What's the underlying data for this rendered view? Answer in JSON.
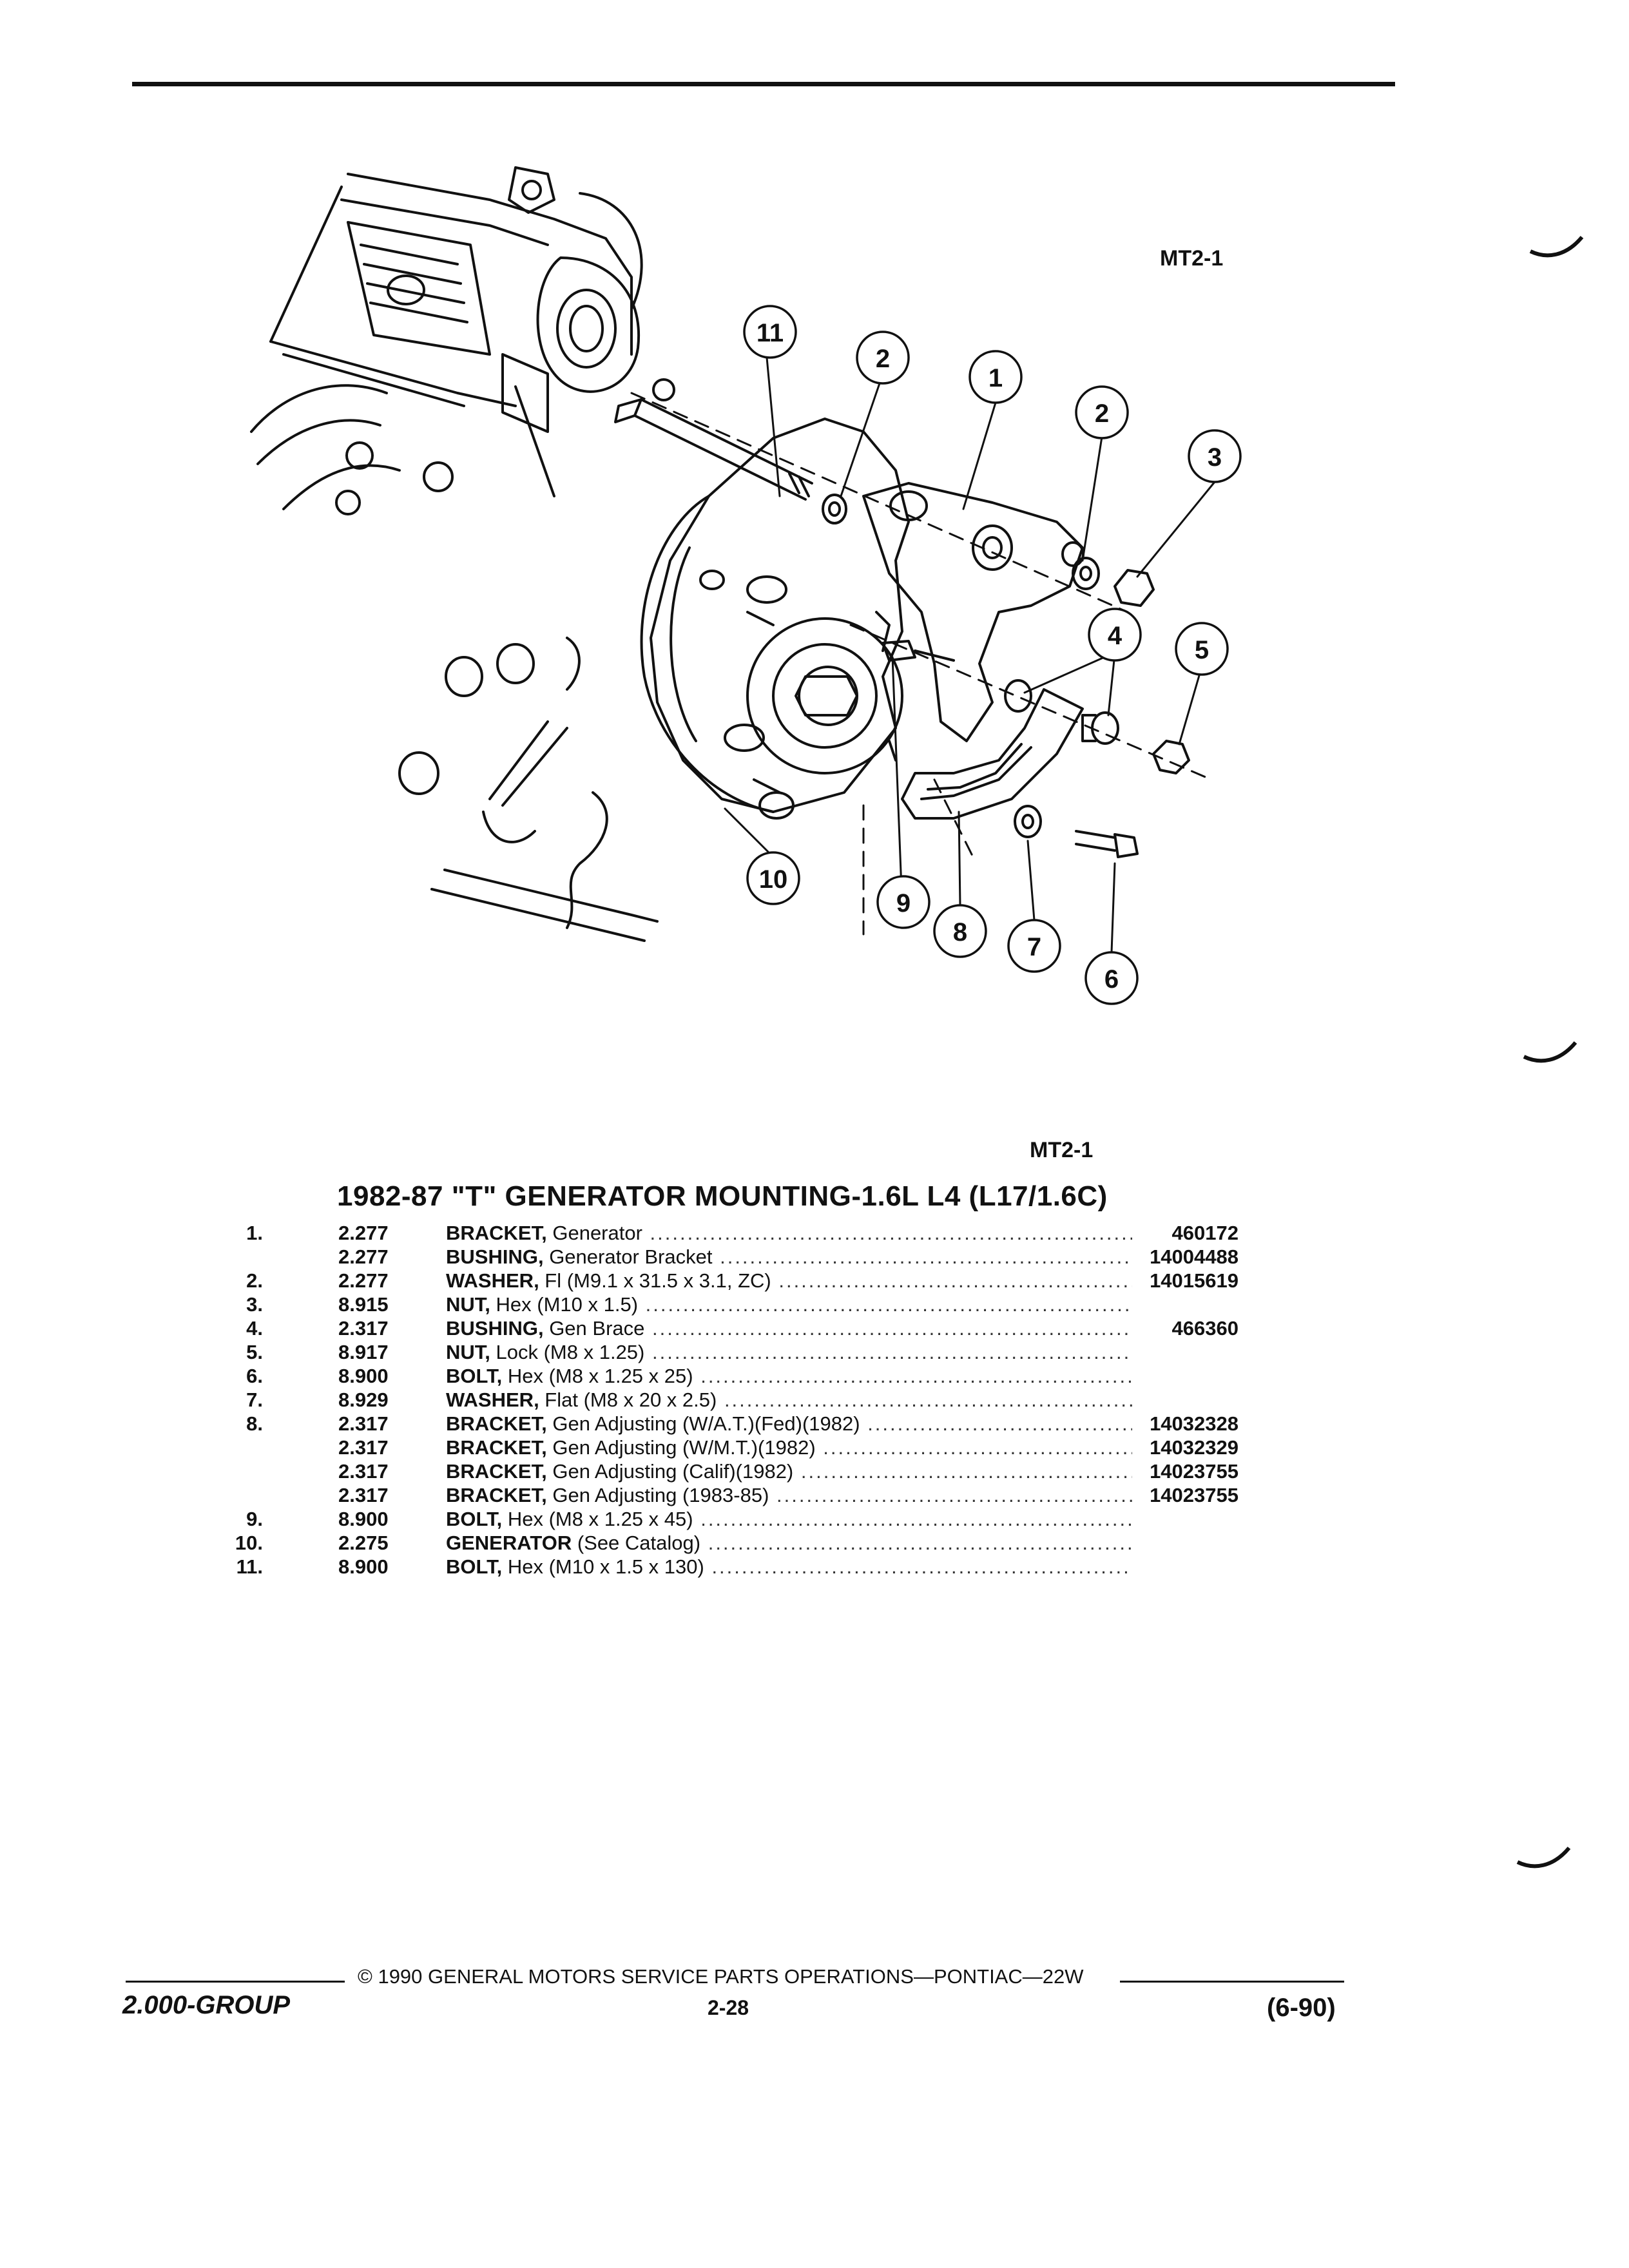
{
  "figure": {
    "ref_top": "MT2-1",
    "ref_bottom": "MT2-1",
    "callouts": [
      "1",
      "2",
      "2",
      "3",
      "4",
      "5",
      "6",
      "7",
      "8",
      "9",
      "10",
      "11"
    ]
  },
  "section": {
    "title": "1982-87 \"T\" GENERATOR MOUNTING-1.6L L4 (L17/1.6C)"
  },
  "parts": [
    {
      "num": "1.",
      "group": "2.277",
      "name": "BRACKET,",
      "detail": " Generator",
      "part_no": "460172"
    },
    {
      "num": "",
      "group": "2.277",
      "name": "BUSHING,",
      "detail": " Generator Bracket",
      "part_no": "14004488"
    },
    {
      "num": "2.",
      "group": "2.277",
      "name": "WASHER,",
      "detail": " Fl (M9.1 x 31.5 x 3.1, ZC)",
      "part_no": "14015619"
    },
    {
      "num": "3.",
      "group": "8.915",
      "name": "NUT,",
      "detail": " Hex (M10 x 1.5)",
      "part_no": ""
    },
    {
      "num": "4.",
      "group": "2.317",
      "name": "BUSHING,",
      "detail": " Gen Brace",
      "part_no": "466360"
    },
    {
      "num": "5.",
      "group": "8.917",
      "name": "NUT,",
      "detail": " Lock (M8 x 1.25)",
      "part_no": ""
    },
    {
      "num": "6.",
      "group": "8.900",
      "name": "BOLT,",
      "detail": " Hex (M8 x 1.25 x 25)",
      "part_no": ""
    },
    {
      "num": "7.",
      "group": "8.929",
      "name": "WASHER,",
      "detail": " Flat (M8 x 20 x 2.5)",
      "part_no": ""
    },
    {
      "num": "8.",
      "group": "2.317",
      "name": "BRACKET,",
      "detail": " Gen Adjusting (W/A.T.)(Fed)(1982)",
      "part_no": "14032328"
    },
    {
      "num": "",
      "group": "2.317",
      "name": "BRACKET,",
      "detail": " Gen Adjusting (W/M.T.)(1982)",
      "part_no": "14032329"
    },
    {
      "num": "",
      "group": "2.317",
      "name": "BRACKET,",
      "detail": " Gen Adjusting (Calif)(1982)",
      "part_no": "14023755"
    },
    {
      "num": "",
      "group": "2.317",
      "name": "BRACKET,",
      "detail": " Gen Adjusting (1983-85)",
      "part_no": "14023755"
    },
    {
      "num": "9.",
      "group": "8.900",
      "name": "BOLT,",
      "detail": " Hex (M8 x 1.25 x 45)",
      "part_no": ""
    },
    {
      "num": "10.",
      "group": "2.275",
      "name": "GENERATOR",
      "detail": " (See Catalog)",
      "part_no": ""
    },
    {
      "num": "11.",
      "group": "8.900",
      "name": "BOLT,",
      "detail": " Hex (M10 x 1.5 x 130)",
      "part_no": ""
    }
  ],
  "footer": {
    "copyright": "© 1990 GENERAL MOTORS SERVICE PARTS OPERATIONS—PONTIAC—22W",
    "page": "2-28",
    "group": "2.000-GROUP",
    "date_code": "(6-90)"
  }
}
